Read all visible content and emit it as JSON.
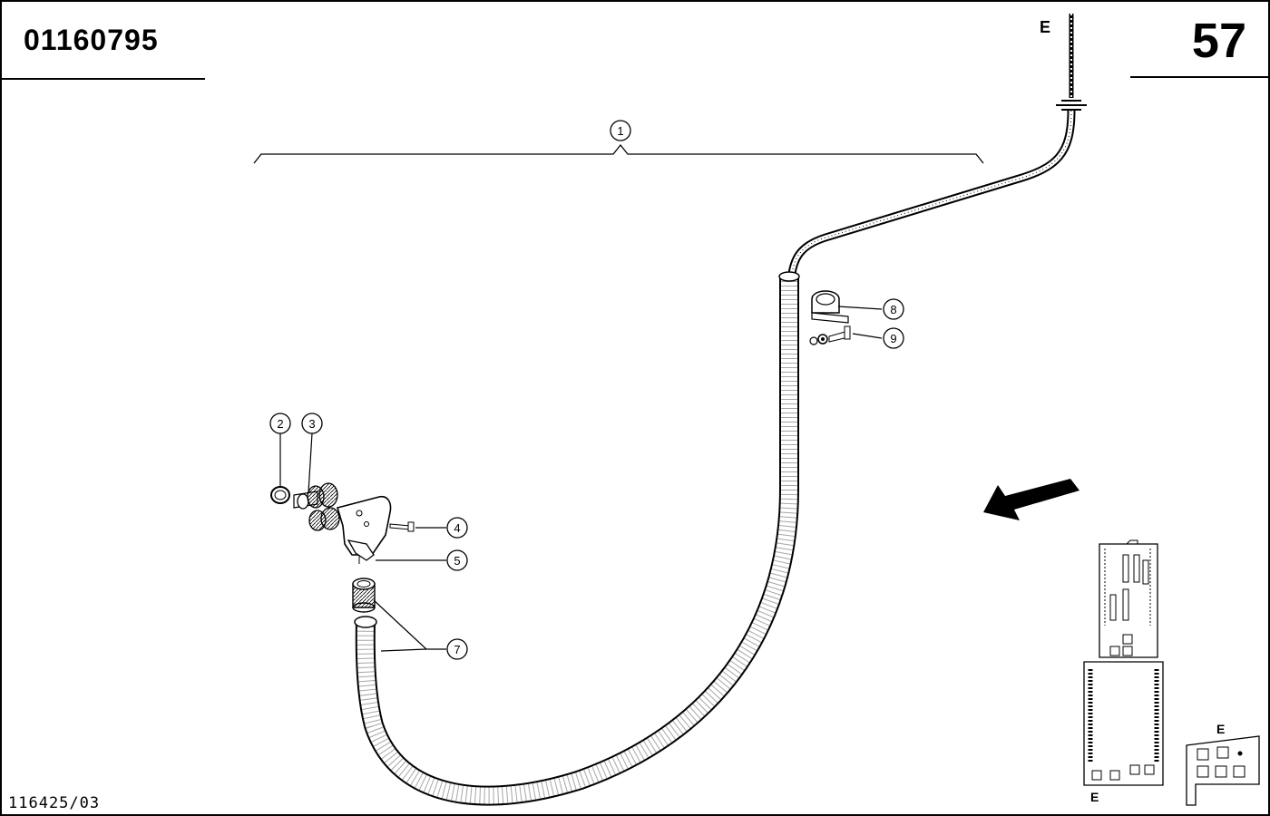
{
  "header": {
    "doc_number": "01160795",
    "page_number": "57"
  },
  "footer": {
    "drawing_ref": "116425/03"
  },
  "view_markers": {
    "top": "E",
    "locator_main": "E",
    "locator_detail": "E"
  },
  "callouts": [
    {
      "label": "1"
    },
    {
      "label": "2"
    },
    {
      "label": "3"
    },
    {
      "label": "4"
    },
    {
      "label": "5"
    },
    {
      "label": "7"
    },
    {
      "label": "8"
    },
    {
      "label": "9"
    }
  ]
}
